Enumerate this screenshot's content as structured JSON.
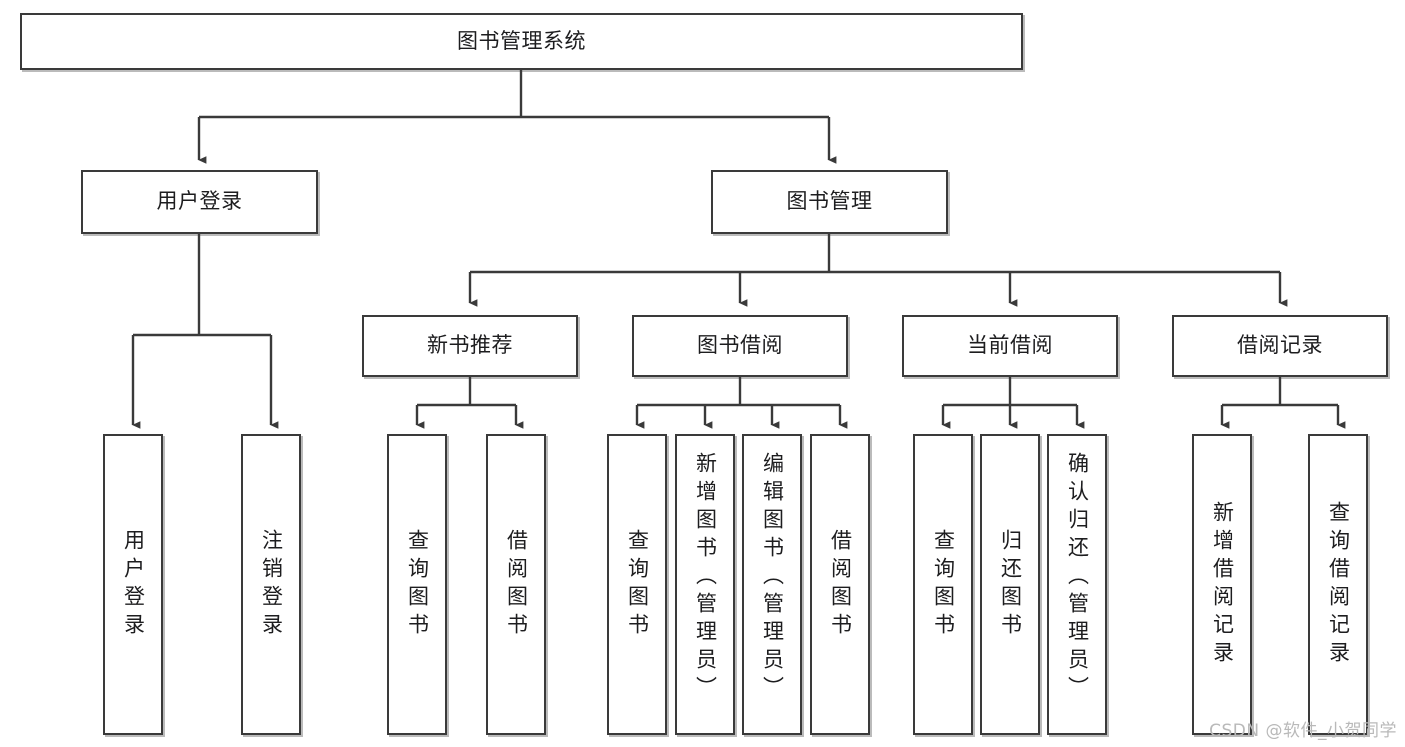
{
  "diagram": {
    "kind": "function-structure-tree",
    "title": "图书管理系统",
    "stroke_color": "#3a3a3a",
    "text_color": "#1d1d1f",
    "background_color": "#ffffff",
    "watermark": "CSDN @软件_小贺同学",
    "tier1": [
      {
        "label": "用户登录"
      },
      {
        "label": "图书管理"
      }
    ],
    "tier2": [
      {
        "label": "新书推荐"
      },
      {
        "label": "图书借阅"
      },
      {
        "label": "当前借阅"
      },
      {
        "label": "借阅记录"
      }
    ],
    "leaves": {
      "user_login": [
        {
          "label": "用户登录"
        },
        {
          "label": "注销登录"
        }
      ],
      "new_book_recommend": [
        {
          "label": "查询图书"
        },
        {
          "label": "借阅图书"
        }
      ],
      "book_borrow": [
        {
          "label": "查询图书"
        },
        {
          "label": "新增图书（管理员）"
        },
        {
          "label": "编辑图书（管理员）"
        },
        {
          "label": "借阅图书"
        }
      ],
      "current_borrow": [
        {
          "label": "查询图书"
        },
        {
          "label": "归还图书"
        },
        {
          "label": "确认归还（管理员）"
        }
      ],
      "borrow_record": [
        {
          "label": "新增借阅记录"
        },
        {
          "label": "查询借阅记录"
        }
      ]
    }
  }
}
